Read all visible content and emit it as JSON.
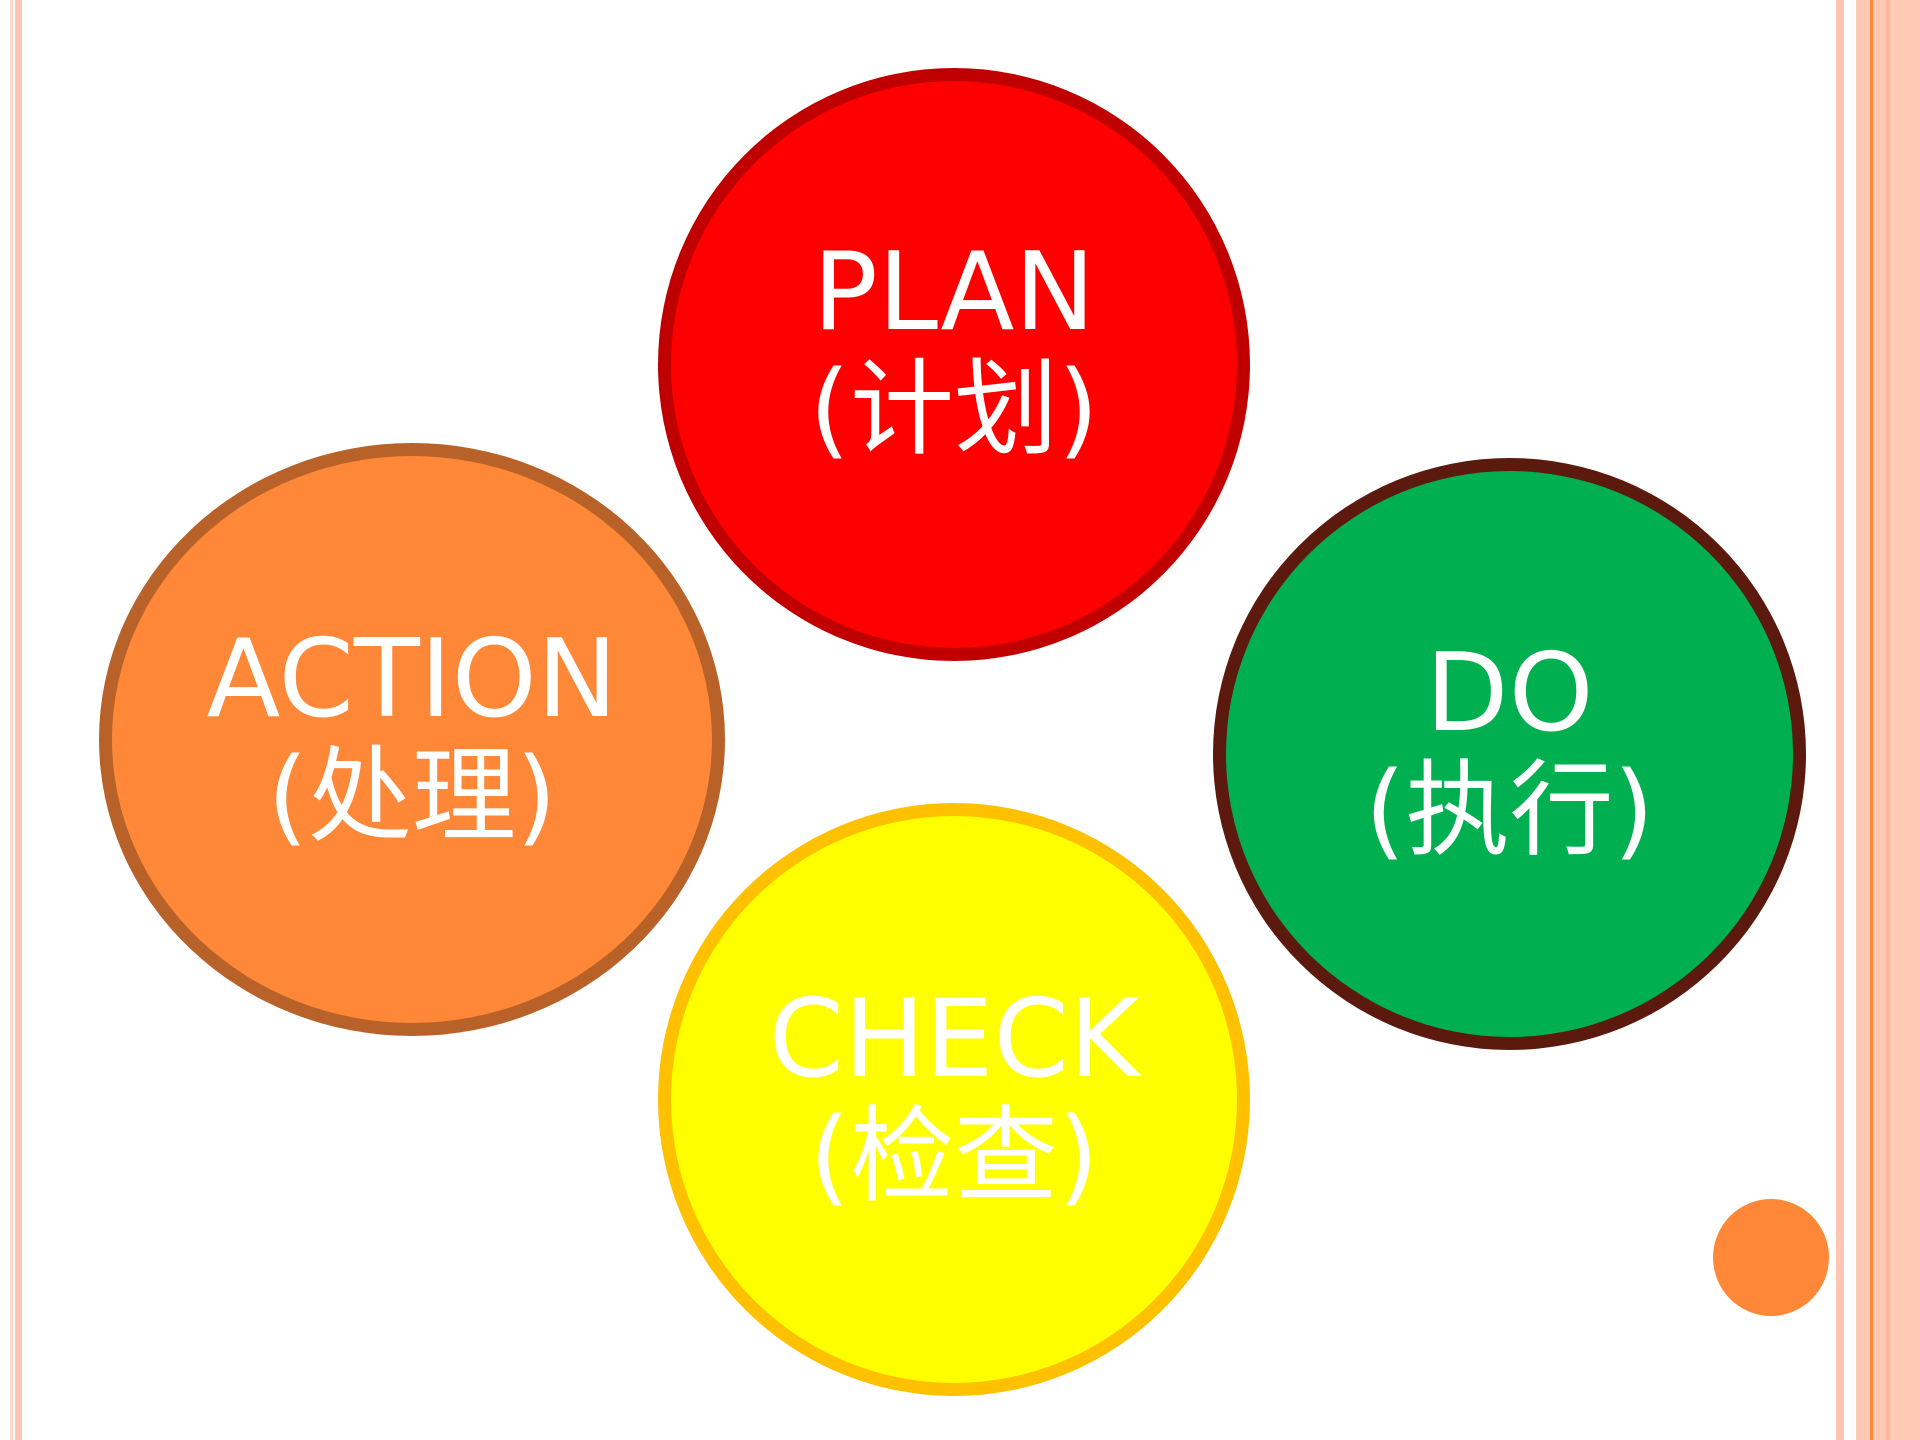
{
  "diagram": {
    "type": "PDCA cycle",
    "stages": [
      {
        "id": "plan",
        "label_en": "PLAN",
        "label_zh": "(计划)",
        "fill": "#ff0000",
        "border": "#c00000"
      },
      {
        "id": "do",
        "label_en": "DO",
        "label_zh": "(执行)",
        "fill": "#00b050",
        "border": "#5c1a0e"
      },
      {
        "id": "check",
        "label_en": "CHECK",
        "label_zh": "(检查)",
        "fill": "#ffff00",
        "border": "#ffc000"
      },
      {
        "id": "action",
        "label_en": "ACTION",
        "label_zh": "(处理)",
        "fill": "#fe8837",
        "border": "#b8622a"
      }
    ],
    "text_color": "#ffffff"
  },
  "decor": {
    "accent_dot_color": "#fe8837",
    "border_color": "#ffc7b3"
  }
}
